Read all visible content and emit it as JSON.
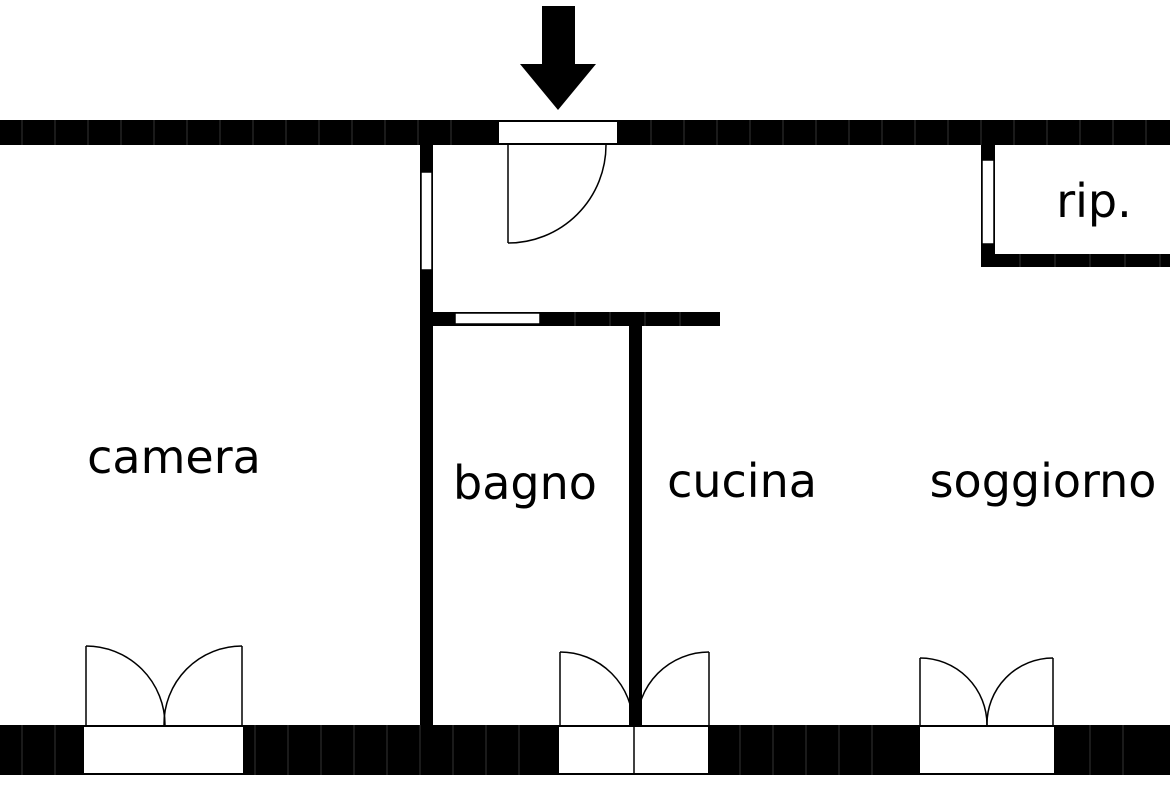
{
  "rooms": {
    "camera": "camera",
    "bagno": "bagno",
    "cucina": "cucina",
    "soggiorno": "soggiorno",
    "ripostiglio": "rip."
  },
  "colors": {
    "wall": "#000000",
    "background": "#ffffff",
    "wall_segment_line": "#333333"
  },
  "icons": {
    "entrance": "arrow-down-icon"
  }
}
